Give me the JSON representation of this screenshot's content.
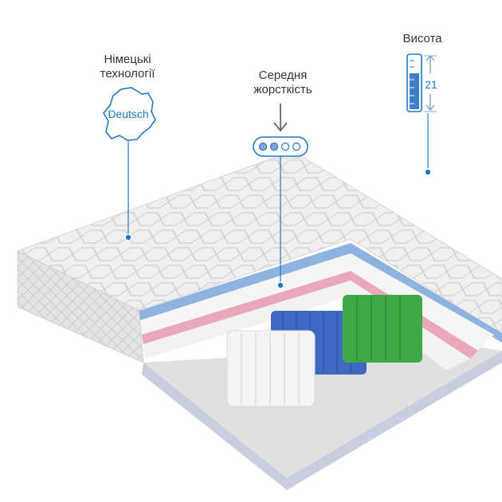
{
  "features": {
    "german": {
      "line1": "Німецькі",
      "line2": "технології",
      "badge": "Deutsch"
    },
    "firmness": {
      "line1": "Середня",
      "line2": "жорсткість",
      "level": 2,
      "max_level": 4
    },
    "height": {
      "label": "Висота",
      "value": "21"
    }
  },
  "colors": {
    "accent": "#1f78c8",
    "cover": "#ededed",
    "foam_blue": "#8fb3e0",
    "foam_pink": "#e9a9bb",
    "spring_blue": "#3d68c4",
    "spring_green": "#3fa847",
    "spring_white": "#f4f4f4"
  }
}
